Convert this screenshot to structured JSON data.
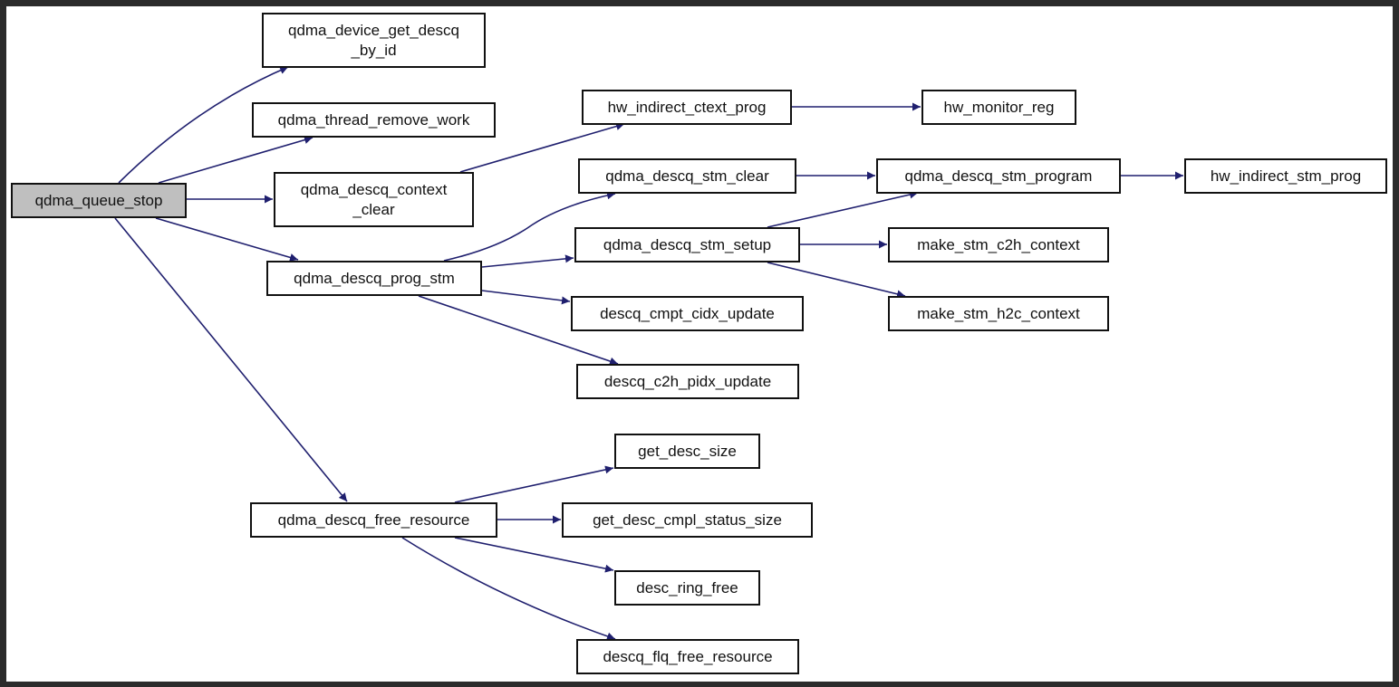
{
  "colors": {
    "frame": "#2b2b2b",
    "background": "#ffffff",
    "node_border": "#111111",
    "root_fill": "#bfbfbf",
    "edge": "#1f1f6e"
  },
  "nodes": {
    "qdma_queue_stop": "qdma_queue_stop",
    "qdma_device_get_descq_by_id": "qdma_device_get_descq\n_by_id",
    "qdma_thread_remove_work": "qdma_thread_remove_work",
    "qdma_descq_context_clear": "qdma_descq_context\n_clear",
    "qdma_descq_prog_stm": "qdma_descq_prog_stm",
    "qdma_descq_free_resource": "qdma_descq_free_resource",
    "hw_indirect_ctext_prog": "hw_indirect_ctext_prog",
    "hw_monitor_reg": "hw_monitor_reg",
    "qdma_descq_stm_clear": "qdma_descq_stm_clear",
    "qdma_descq_stm_program": "qdma_descq_stm_program",
    "hw_indirect_stm_prog": "hw_indirect_stm_prog",
    "qdma_descq_stm_setup": "qdma_descq_stm_setup",
    "make_stm_c2h_context": "make_stm_c2h_context",
    "make_stm_h2c_context": "make_stm_h2c_context",
    "descq_cmpt_cidx_update": "descq_cmpt_cidx_update",
    "descq_c2h_pidx_update": "descq_c2h_pidx_update",
    "get_desc_size": "get_desc_size",
    "get_desc_cmpl_status_size": "get_desc_cmpl_status_size",
    "desc_ring_free": "desc_ring_free",
    "descq_flq_free_resource": "descq_flq_free_resource"
  }
}
